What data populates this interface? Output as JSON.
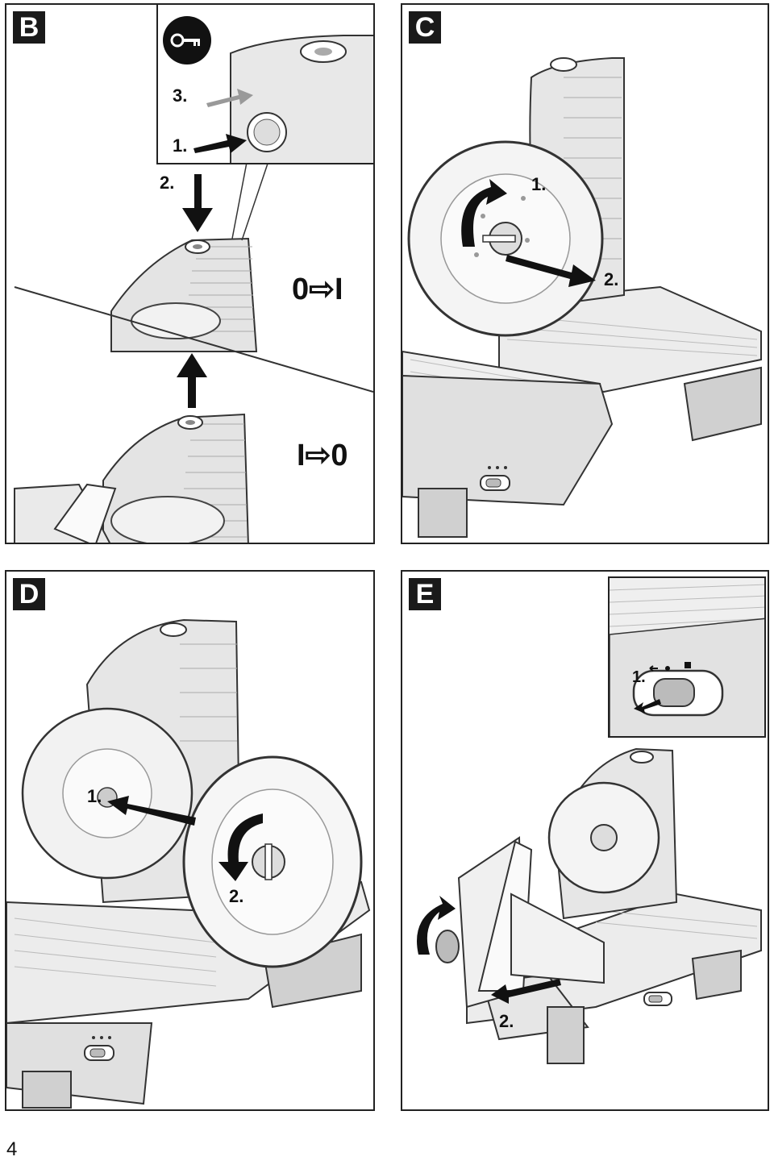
{
  "page_number": "4",
  "panels": {
    "b": {
      "badge": "B",
      "steps": {
        "s1": "1.",
        "s2": "2.",
        "s3": "3."
      },
      "key_icon": "key-icon",
      "on_label": "0⇨I",
      "off_label": "I⇨0"
    },
    "c": {
      "badge": "C",
      "steps": {
        "s1": "1.",
        "s2": "2."
      }
    },
    "d": {
      "badge": "D",
      "steps": {
        "s1": "1.",
        "s2": "2."
      }
    },
    "e": {
      "badge": "E",
      "steps": {
        "s1": "1.",
        "s2": "2."
      }
    }
  }
}
